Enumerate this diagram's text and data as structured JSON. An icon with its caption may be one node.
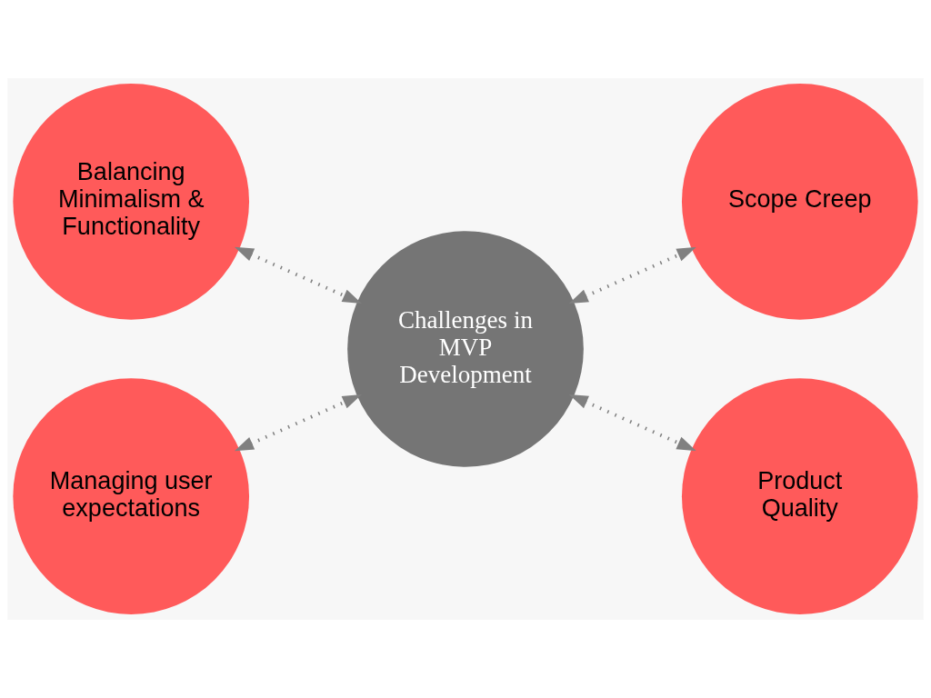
{
  "diagram": {
    "nodes": [
      {
        "text": [
          "Balancing Minimalism & Functionality"
        ]
      },
      {
        "text": [
          "Scope Creep"
        ]
      },
      {
        "text": [
          "Challenges in MVP Development"
        ]
      },
      {
        "text": [
          "Managing user expectations"
        ]
      },
      {
        "text": [
          "Product Quality"
        ]
      }
    ],
    "edges": [
      {
        "from": 0,
        "to": 2,
        "arrow": "both",
        "style": "dashed"
      },
      {
        "from": 2,
        "to": 1,
        "arrow": "both",
        "style": "dashed"
      },
      {
        "from": 3,
        "to": 2,
        "arrow": "both",
        "style": "dashed"
      },
      {
        "from": 2,
        "to": 4,
        "arrow": "both",
        "style": "dashed"
      }
    ]
  }
}
